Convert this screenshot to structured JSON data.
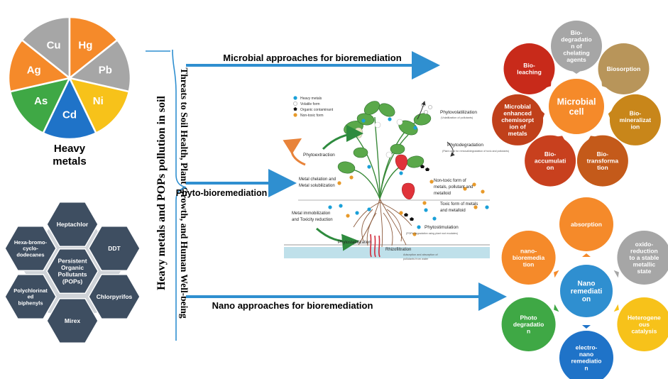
{
  "pie": {
    "segments": [
      {
        "label": "Cu",
        "color": "#a6a6a6"
      },
      {
        "label": "Hg",
        "color": "#f58a2a"
      },
      {
        "label": "Pb",
        "color": "#a6a6a6"
      },
      {
        "label": "Ni",
        "color": "#f7c21a"
      },
      {
        "label": "Cd",
        "color": "#1f73c8"
      },
      {
        "label": "As",
        "color": "#3fa845"
      },
      {
        "label": "Ag",
        "color": "#f58a2a"
      }
    ],
    "caption_line1": "Heavy",
    "caption_line2": "metals"
  },
  "pops": {
    "hexes": [
      "Heptachlor",
      "DDT",
      "Chlorpyrifos",
      "Mirex",
      "Polychlorinat ed biphenyls",
      "Hexa-bromo-cyclo-dodecanes"
    ],
    "center": [
      "Persistent",
      "Organic",
      "Pollutants",
      "(POPs)"
    ]
  },
  "vertical_titles": {
    "main": "Heavy metals and POPs pollution in soil",
    "side": "Threats to Soil Health, Plant Growth, and Human Well-being"
  },
  "arrows": {
    "microbial": "Microbial approaches for bioremediation",
    "phyto": "Phyto-bioremediation",
    "nano": "Nano approaches for bioremediation"
  },
  "plant": {
    "legend": [
      "Heavy metals",
      "Volatile form",
      "Organic contaminant",
      "Non-toxic form"
    ],
    "phytovolatilization": "Phytovolatilization",
    "phytovolatilization_sub": "(Volatilization of pollutants)",
    "phytoextraction": "Phytoextraction",
    "phytodegradation": "Phytodegradation",
    "phytodegradation_sub": "(Plant used for removal/degradation of toxic and pollutants)",
    "chelation": [
      "Metal chelation and",
      "Metal solubilization"
    ],
    "nontoxic": [
      "Non-toxic form of",
      "metals, pollutant and",
      "metalloid"
    ],
    "toxic": [
      "Toxic form of metals",
      "and metalloid"
    ],
    "immobilization": [
      "Metal immobilization",
      "and Toxicity reduction"
    ],
    "phytostimulation": "Phytostimulation",
    "phytostimulation_sub": "(POPs degradation using plant root exudates)",
    "phytostabilization": "Phytostabilization",
    "rhizofiltration": "Rhizofiltration",
    "rhizofiltration_sub": [
      "Adsorption and absorption of",
      "pollutants from water"
    ]
  },
  "microbial": {
    "center": [
      "Microbial",
      "cell"
    ],
    "nodes": [
      {
        "lines": [
          "Bio-",
          "degradatio",
          "n of",
          "chelating",
          "agents"
        ],
        "color": "#a6a6a6"
      },
      {
        "lines": [
          "Biosorption"
        ],
        "color": "#b8955a"
      },
      {
        "lines": [
          "Bio-",
          "mineralizat",
          "ion"
        ],
        "color": "#c8861a"
      },
      {
        "lines": [
          "Bio-",
          "transforma",
          "tion"
        ],
        "color": "#c45a1a"
      },
      {
        "lines": [
          "Bio-",
          "accumulati",
          "on"
        ],
        "color": "#c8401e"
      },
      {
        "lines": [
          "Microbial",
          "enhanced",
          "chemisorpt",
          "ion of",
          "metals"
        ],
        "color": "#c0401a"
      },
      {
        "lines": [
          "Bio-",
          "leaching"
        ],
        "color": "#c82a1a"
      }
    ]
  },
  "nano": {
    "center": [
      "Nano",
      "remediati",
      "on"
    ],
    "nodes": [
      {
        "lines": [
          "absorption"
        ],
        "color": "#f58a2a"
      },
      {
        "lines": [
          "oxido-",
          "reduction",
          "to a stable",
          "metallic",
          "state"
        ],
        "color": "#a6a6a6"
      },
      {
        "lines": [
          "Heterogene",
          "ous",
          "catalysis"
        ],
        "color": "#f7c21a"
      },
      {
        "lines": [
          "electro-",
          "nano",
          "remediatio",
          "n"
        ],
        "color": "#1f73c8"
      },
      {
        "lines": [
          "Photo",
          "degradatio",
          "n"
        ],
        "color": "#3fa845"
      },
      {
        "lines": [
          "nano-",
          "bioremedia",
          "tion"
        ],
        "color": "#f58a2a"
      }
    ]
  }
}
